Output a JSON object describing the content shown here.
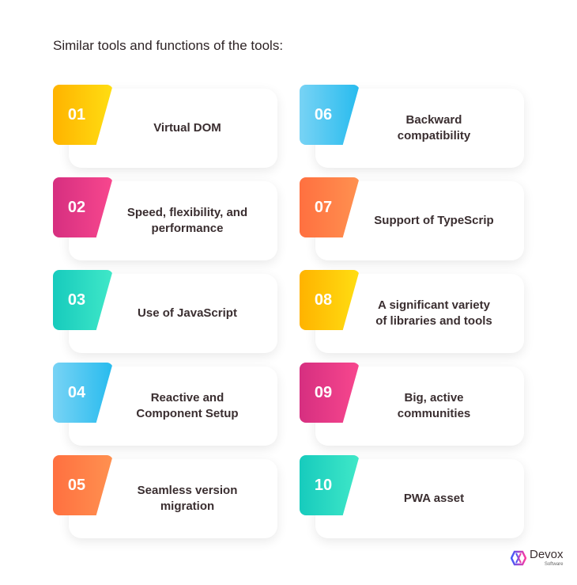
{
  "title": "Similar tools and functions of the tools:",
  "items": [
    {
      "num": "01",
      "label": "Virtual DOM",
      "colors": [
        "#ffb300",
        "#ffde12"
      ]
    },
    {
      "num": "02",
      "label": "Speed, flexibility, and\nperformance",
      "colors": [
        "#d62f80",
        "#f8478e"
      ]
    },
    {
      "num": "03",
      "label": "Use of JavaScript",
      "colors": [
        "#17cbbd",
        "#40e8c8"
      ]
    },
    {
      "num": "04",
      "label": "Reactive and\nComponent Setup",
      "colors": [
        "#78d3f5",
        "#27bbee"
      ]
    },
    {
      "num": "05",
      "label": "Seamless version\nmigration",
      "colors": [
        "#ff7040",
        "#ff9150"
      ]
    },
    {
      "num": "06",
      "label": "Backward\ncompatibility",
      "colors": [
        "#78d3f5",
        "#27bbee"
      ]
    },
    {
      "num": "07",
      "label": "Support of TypeScrip",
      "colors": [
        "#ff7040",
        "#ff9150"
      ]
    },
    {
      "num": "08",
      "label": "A significant variety\nof libraries and tools",
      "colors": [
        "#ffb300",
        "#ffde12"
      ]
    },
    {
      "num": "09",
      "label": "Big, active\ncommunities",
      "colors": [
        "#d62f80",
        "#f8478e"
      ]
    },
    {
      "num": "10",
      "label": "PWA asset",
      "colors": [
        "#17cbbd",
        "#40e8c8"
      ]
    }
  ],
  "logo": {
    "name": "Devox",
    "sub": "Software"
  }
}
